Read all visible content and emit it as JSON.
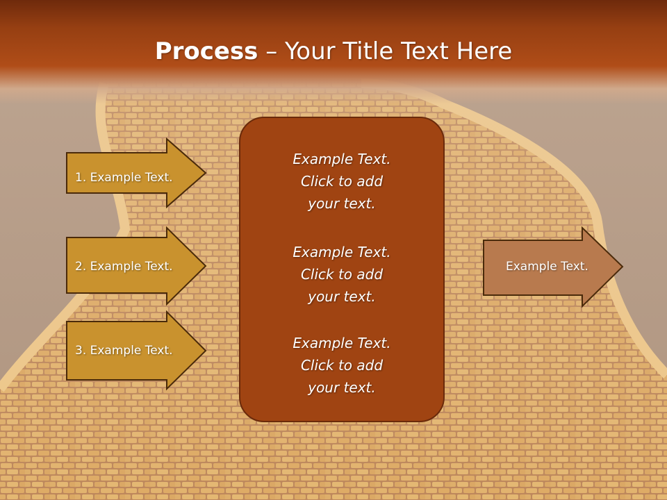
{
  "title": {
    "bold": "Process",
    "rest": " – Your Title Text Here"
  },
  "steps": [
    {
      "label": "1. Example Text."
    },
    {
      "label": "2. Example Text."
    },
    {
      "label": "3. Example Text."
    }
  ],
  "center_blocks": [
    {
      "line1": "Example Text.",
      "line2": "Click  to add",
      "line3": "your text."
    },
    {
      "line1": "Example Text.",
      "line2": "Click  to add",
      "line3": "your text."
    },
    {
      "line1": "Example Text.",
      "line2": "Click  to add",
      "line3": "your text."
    }
  ],
  "output": {
    "label": "Example Text."
  },
  "colors": {
    "header_dark": "#6e2a0c",
    "header_light": "#b04d18",
    "step_arrow_fill": "#c9922e",
    "center_box_fill": "#a04412",
    "output_arrow_fill": "#b87a4e",
    "outline": "#4a2a0a"
  }
}
